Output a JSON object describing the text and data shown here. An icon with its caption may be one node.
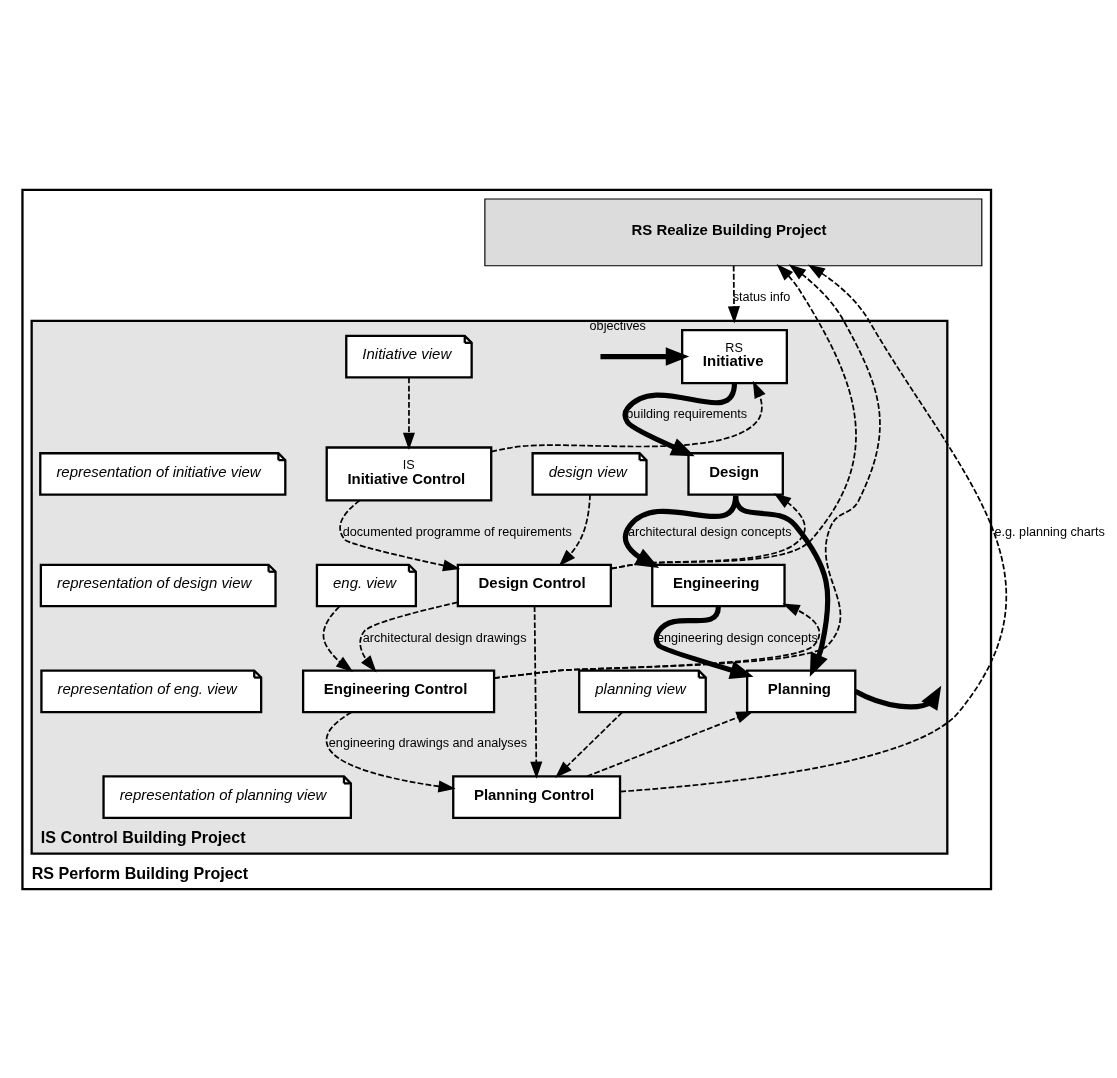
{
  "diagram": {
    "nodes": [
      {
        "text": [
          "RS Perform Building Project"
        ]
      },
      {
        "text": [
          "RS Realize Building Project"
        ],
        "in": 0
      },
      {
        "text": [
          "IS Control Building Project"
        ],
        "in": 0
      },
      {
        "text": [
          "RS",
          "Initiative"
        ],
        "in": 2
      },
      {
        "text": [
          "Initiative view"
        ],
        "in": 2
      },
      {
        "text": [
          "Design"
        ],
        "in": 2
      },
      {
        "text": [
          "design view"
        ],
        "in": 2
      },
      {
        "text": [
          "Engineering"
        ],
        "in": 2
      },
      {
        "text": [
          "eng. view"
        ],
        "in": 2
      },
      {
        "text": [
          "Planning"
        ],
        "in": 2
      },
      {
        "text": [
          "planning view"
        ],
        "in": 2
      },
      {
        "text": [
          "IS",
          "Initiative Control"
        ],
        "in": 2
      },
      {
        "text": [
          "representation of initiative view"
        ],
        "in": 2
      },
      {
        "text": [
          "Design Control"
        ],
        "in": 2
      },
      {
        "text": [
          "representation of design view"
        ],
        "in": 2
      },
      {
        "text": [
          "Engineering Control"
        ],
        "in": 2
      },
      {
        "text": [
          "representation of eng. view"
        ],
        "in": 2
      },
      {
        "text": [
          "Planning Control"
        ],
        "in": 2
      },
      {
        "text": [
          "representation of planning view"
        ],
        "in": 2
      }
    ],
    "edges": [
      {
        "from": null,
        "to": 3,
        "arrow": "to",
        "label": "objectives",
        "style": "thick"
      },
      {
        "from": 3,
        "to": 5,
        "arrow": "to",
        "label": "building requirements",
        "style": "thick"
      },
      {
        "from": 5,
        "to": 7,
        "arrow": "to",
        "label": "architectural design concepts",
        "style": "thick"
      },
      {
        "from": 5,
        "to": 9,
        "arrow": "to",
        "style": "thick"
      },
      {
        "from": 7,
        "to": 9,
        "arrow": "to",
        "label": "engineering design concepts",
        "style": "thick"
      },
      {
        "from": 9,
        "to": null,
        "arrow": "to",
        "style": "thick"
      },
      {
        "from": 1,
        "to": 2,
        "arrow": "to",
        "label": "status info",
        "style": "dashed"
      },
      {
        "from": 4,
        "to": 11,
        "arrow": "to",
        "style": "dashed"
      },
      {
        "from": 11,
        "to": 3,
        "arrow": "to",
        "style": "dashed"
      },
      {
        "from": 6,
        "to": 13,
        "arrow": "to",
        "style": "dashed"
      },
      {
        "from": 13,
        "to": 5,
        "arrow": "to",
        "style": "dashed"
      },
      {
        "from": 11,
        "to": 13,
        "arrow": "to",
        "label": "documented programme of requirements",
        "style": "dashed"
      },
      {
        "from": 8,
        "to": 15,
        "arrow": "to",
        "style": "dashed"
      },
      {
        "from": 15,
        "to": 7,
        "arrow": "to",
        "style": "dashed"
      },
      {
        "from": 10,
        "to": 17,
        "arrow": "to",
        "style": "dashed"
      },
      {
        "from": 17,
        "to": 9,
        "arrow": "to",
        "style": "dashed"
      },
      {
        "from": 13,
        "to": 15,
        "arrow": "to",
        "label": "architectural design drawings",
        "style": "dashed"
      },
      {
        "from": 13,
        "to": 17,
        "arrow": "to",
        "style": "dashed"
      },
      {
        "from": 13,
        "to": 1,
        "arrow": "to",
        "style": "dashed"
      },
      {
        "from": 15,
        "to": 17,
        "arrow": "to",
        "label": "engineering drawings and analyses",
        "style": "dashed"
      },
      {
        "from": 15,
        "to": 1,
        "arrow": "to",
        "style": "dashed"
      },
      {
        "from": 17,
        "to": 1,
        "arrow": "to",
        "label": "e.g. planning charts",
        "style": "dashed"
      }
    ]
  }
}
